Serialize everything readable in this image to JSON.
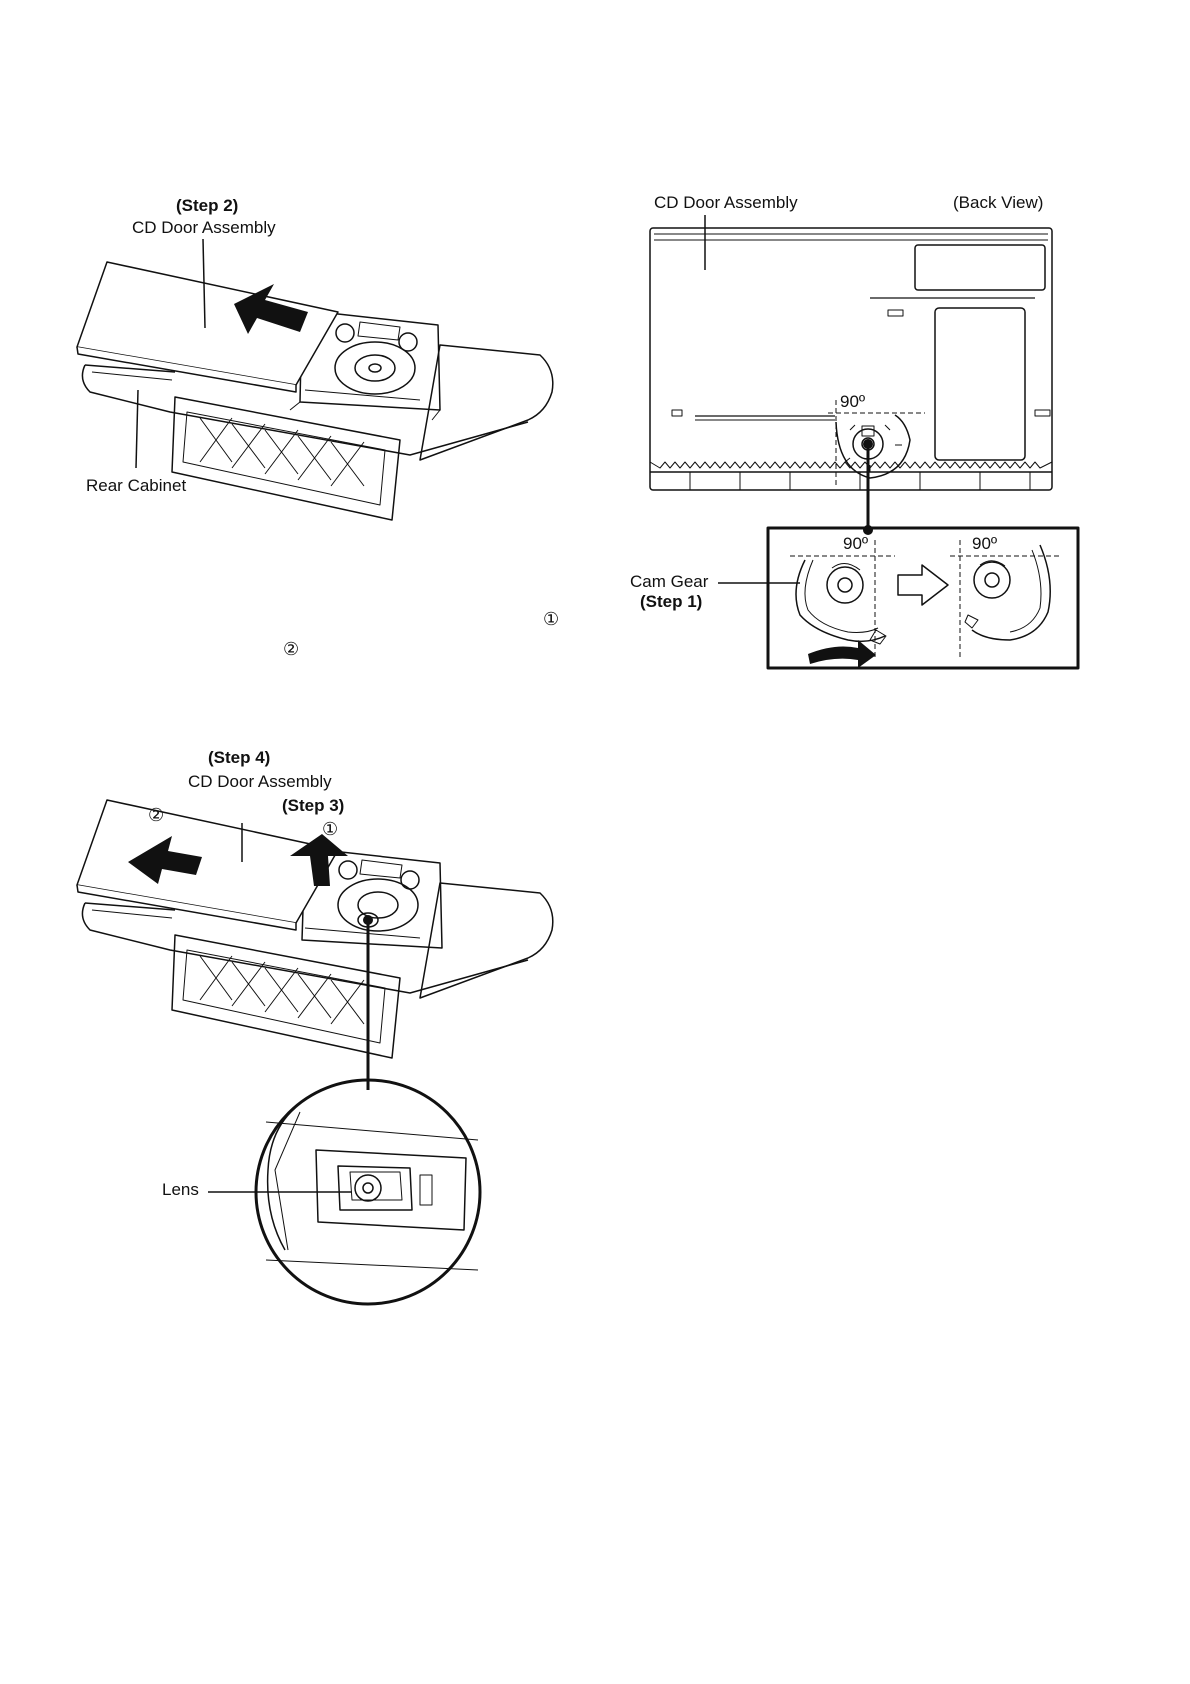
{
  "figure1": {
    "step_label": "(Step 2)",
    "door_label": "CD Door Assembly",
    "rear_label": "Rear Cabinet"
  },
  "figure2": {
    "door_label": "CD Door Assembly",
    "view_label": "(Back View)",
    "angle_main": "90º",
    "cam_label": "Cam Gear",
    "step_label": "(Step 1)",
    "angle_left": "90º",
    "angle_right": "90º"
  },
  "notes": {
    "circle_1": "①",
    "circle_2": "②"
  },
  "figure3": {
    "step4_label": "(Step 4)",
    "door_label": "CD Door Assembly",
    "step3_label": "(Step 3)",
    "num_2": "②",
    "num_1": "①",
    "lens_label": "Lens"
  }
}
